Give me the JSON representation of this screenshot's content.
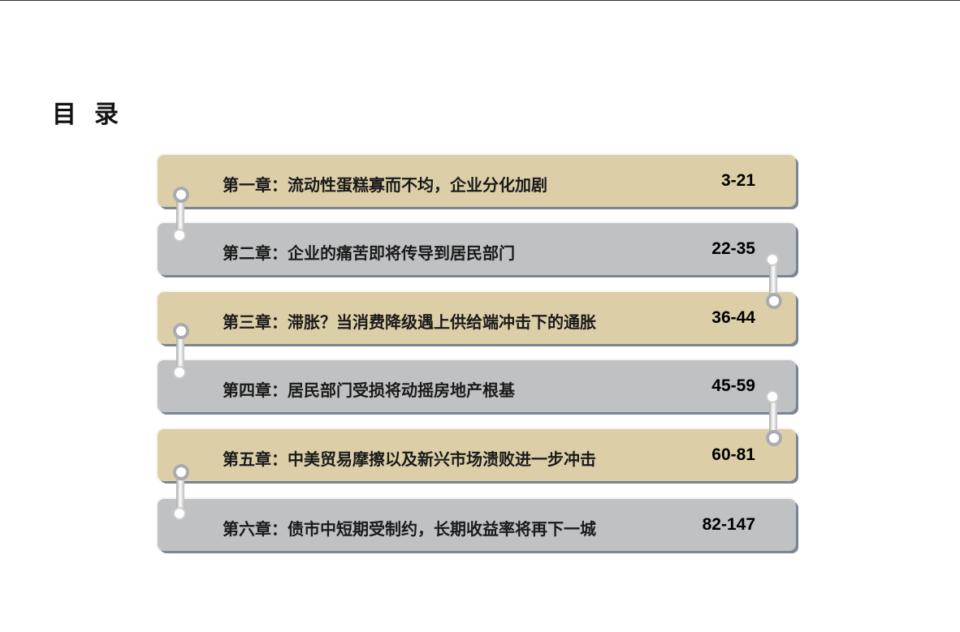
{
  "title": "目录",
  "chapters": [
    {
      "label": "第一章：流动性蛋糕寡而不均，企业分化加剧",
      "pages": "3-21",
      "color": "#dccfa8"
    },
    {
      "label": "第二章：企业的痛苦即将传导到居民部门",
      "pages": "22-35",
      "color": "#c0c1c3"
    },
    {
      "label": "第三章：滞胀？当消费降级遇上供给端冲击下的通胀",
      "pages": "36-44",
      "color": "#dccfa8"
    },
    {
      "label": "第四章：居民部门受损将动摇房地产根基",
      "pages": "45-59",
      "color": "#c0c1c3"
    },
    {
      "label": "第五章：中美贸易摩擦以及新兴市场溃败进一步冲击",
      "pages": "60-81",
      "color": "#dccfa8"
    },
    {
      "label": "第六章：债市中短期受制约，长期收益率将再下一城",
      "pages": "82-147",
      "color": "#c0c1c3"
    }
  ]
}
